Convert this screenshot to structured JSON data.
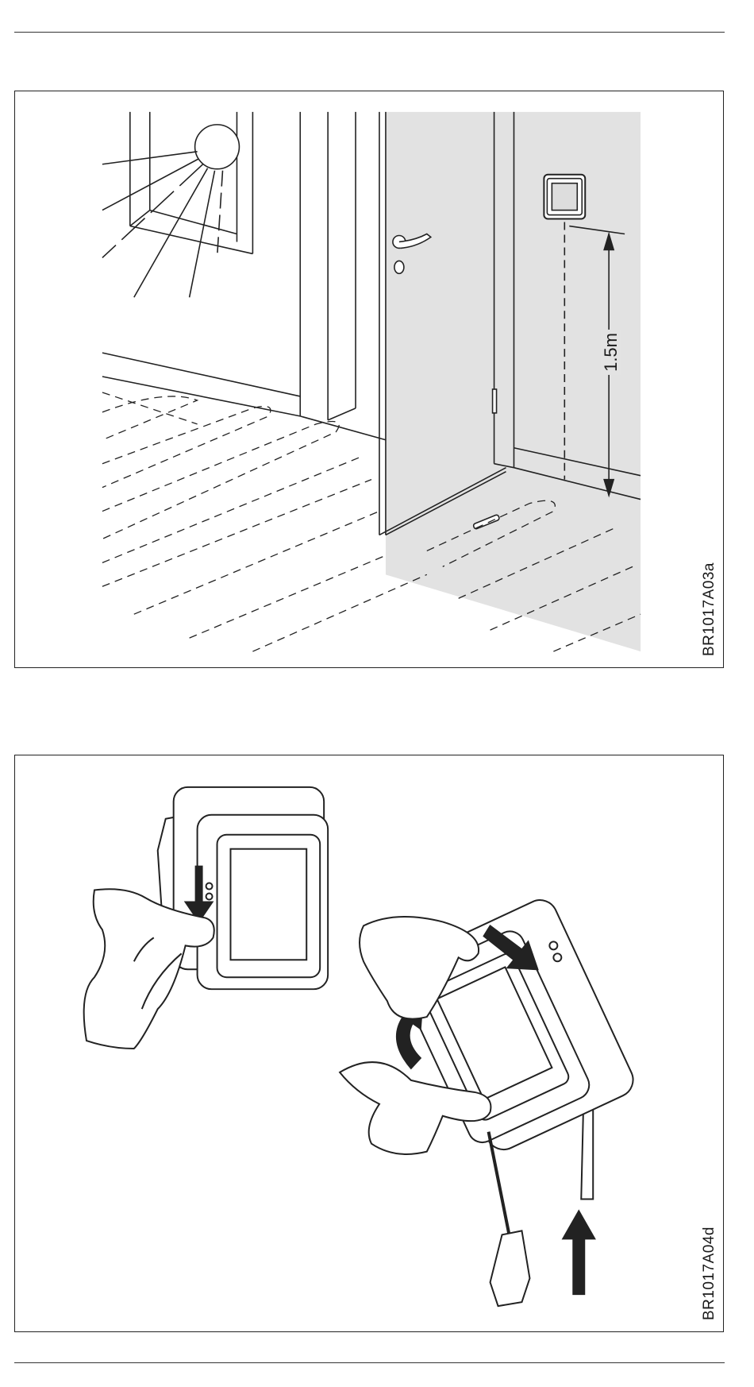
{
  "figures": [
    {
      "code": "BR1017A03a",
      "dimension_label": "1.5m"
    },
    {
      "code": "BR1017A04d"
    }
  ]
}
